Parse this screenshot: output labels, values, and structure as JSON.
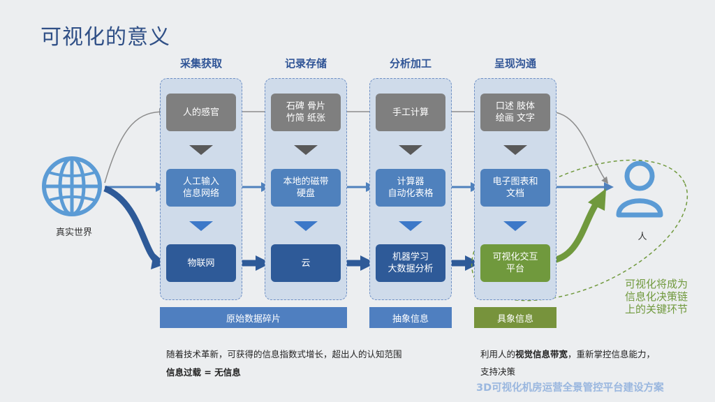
{
  "title": "可视化的意义",
  "world_label": "真实世界",
  "person_label": "人",
  "columns": [
    {
      "head": "采集获取",
      "row1": "人的感官",
      "row2": "人工输入\n信息网络",
      "row3": "物联网"
    },
    {
      "head": "记录存储",
      "row1": "石碑 骨片\n竹简 纸张",
      "row2": "本地的磁带\n硬盘",
      "row3": "云"
    },
    {
      "head": "分析加工",
      "row1": "手工计算",
      "row2": "计算器\n自动化表格",
      "row3": "机器学习\n大数据分析"
    },
    {
      "head": "呈现沟通",
      "row1": "口述 肢体\n绘画 文字",
      "row2": "电子图表和\n文档",
      "row3": "可视化交互\n平台"
    }
  ],
  "bars": {
    "raw": "原始数据碎片",
    "abstract": "抽象信息",
    "concrete": "具象信息"
  },
  "callout": "可视化将成为\n信息化决策链\n上的关键环节",
  "notes": {
    "left_line1": "随着技术革新，可获得的信息指数式增长，超出人的认知范围",
    "left_line2_bold": "信息过载",
    "left_line2_eq": " = ",
    "left_line2_bold2": "无信息",
    "right_pre": "利用人的",
    "right_bold": "视觉信息带宽",
    "right_post": "，重新掌控信息能力，",
    "right_line2": "支持决策"
  },
  "footer": "3D可视化机房运营全景管控平台建设方案",
  "colors": {
    "title": "#2f4f86",
    "gray_box": "#7f7f7f",
    "mid_box": "#4f81bd",
    "dark_box": "#2e5a98",
    "green": "#70993d",
    "globe": "#5b9bd5"
  }
}
